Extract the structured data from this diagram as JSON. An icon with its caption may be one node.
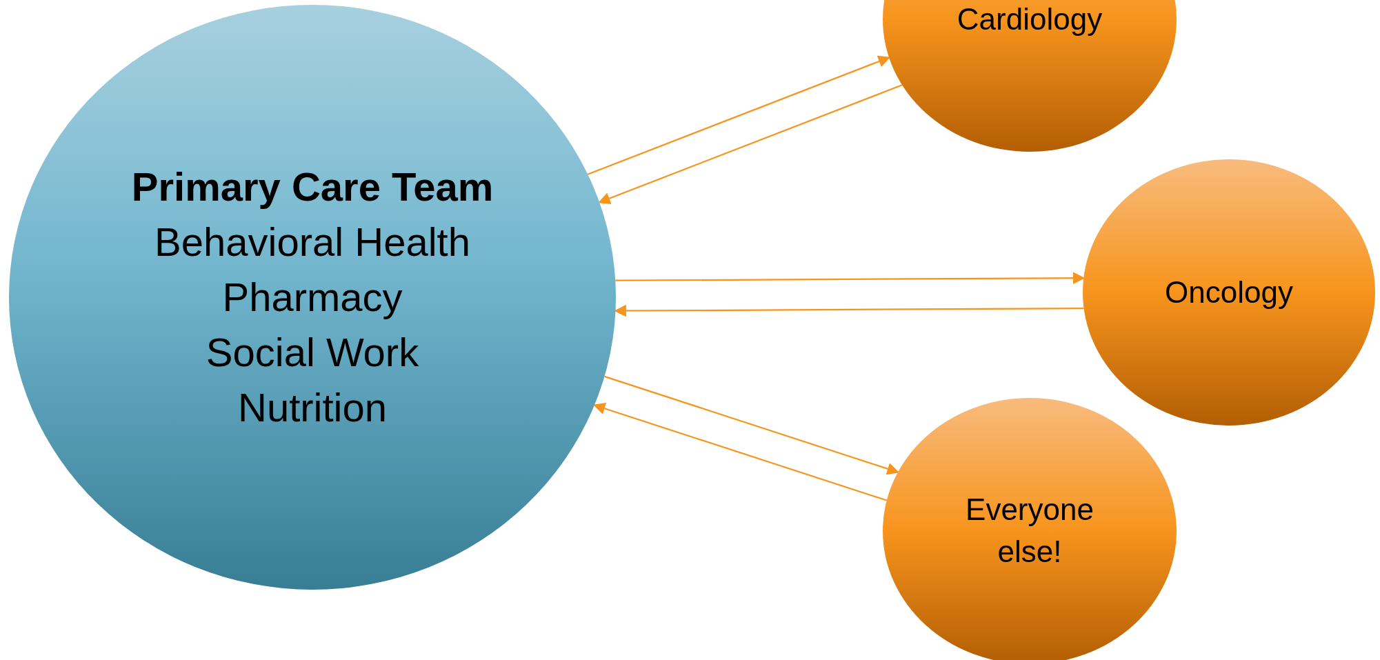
{
  "diagram": {
    "nodes": [
      {
        "text": [
          "Primary Care Team",
          "Behavioral Health",
          "Pharmacy",
          "Social Work",
          "Nutrition"
        ]
      },
      {
        "text": [
          "Cardiology"
        ]
      },
      {
        "text": [
          "Oncology"
        ]
      },
      {
        "text": [
          "Everyone else!"
        ]
      }
    ],
    "edges": [
      {
        "from": 0,
        "to": 1,
        "arrow": "to"
      },
      {
        "from": 1,
        "to": 0,
        "arrow": "to"
      },
      {
        "from": 0,
        "to": 2,
        "arrow": "to"
      },
      {
        "from": 2,
        "to": 0,
        "arrow": "to"
      },
      {
        "from": 0,
        "to": 3,
        "arrow": "to"
      },
      {
        "from": 3,
        "to": 0,
        "arrow": "to"
      }
    ]
  }
}
